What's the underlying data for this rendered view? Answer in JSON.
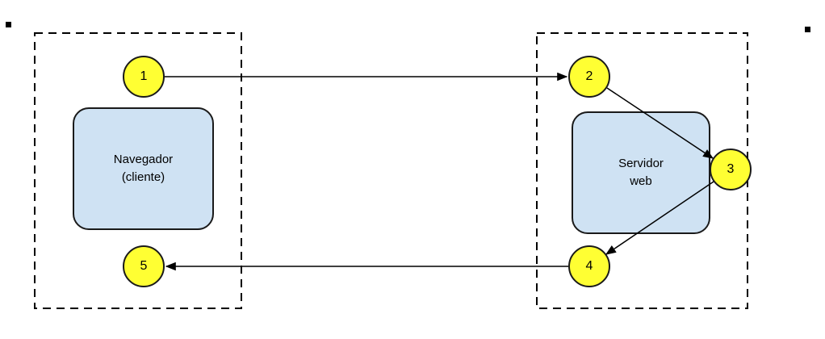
{
  "diagram": {
    "client": {
      "line1": "Navegador",
      "line2": "(cliente)"
    },
    "server": {
      "line1": "Servidor",
      "line2": "web"
    },
    "steps": [
      {
        "n": "1"
      },
      {
        "n": "2"
      },
      {
        "n": "3"
      },
      {
        "n": "4"
      },
      {
        "n": "5"
      }
    ],
    "connections": [
      {
        "from": "1",
        "to": "2"
      },
      {
        "from": "2",
        "to": "3"
      },
      {
        "from": "3",
        "to": "4"
      },
      {
        "from": "4",
        "to": "5"
      }
    ],
    "colors": {
      "step_circle_fill": "#ffff33",
      "node_fill": "#cfe2f3",
      "stroke": "#000000",
      "background": "#ffffff"
    }
  }
}
